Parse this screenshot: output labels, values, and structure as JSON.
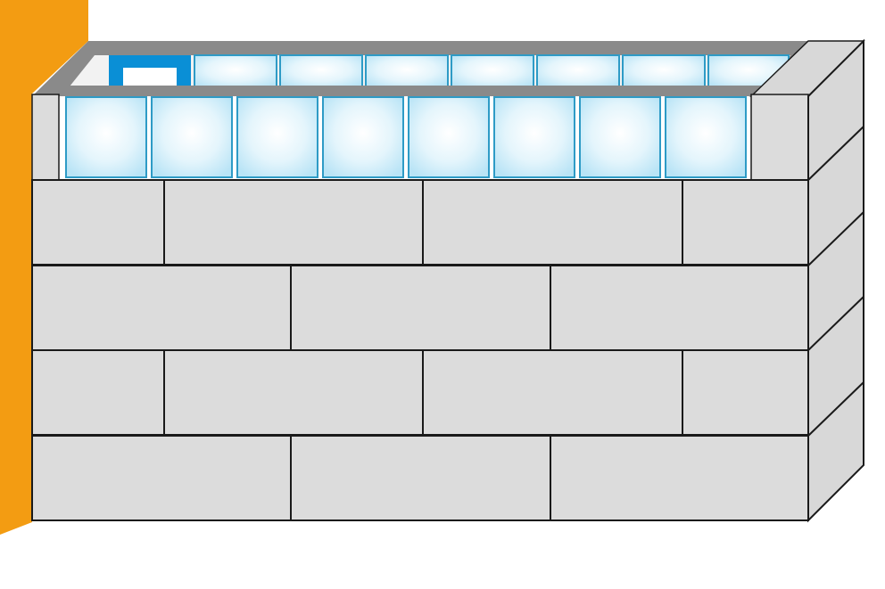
{
  "colors": {
    "background": "#ffffff",
    "wall_post": "#f39c12",
    "block_fill": "#dcdcdc",
    "block_side_fill": "#d8d8d8",
    "mortar_line": "#1a1a1a",
    "ledge": "#8a8a8a",
    "glass_border": "#2e9bc6",
    "glass_center": "#ffffff",
    "glass_edge": "#bfe6f7",
    "highlight_border": "#0a8fd6"
  },
  "wall": {
    "block_courses": 4,
    "glass_block_front_row_count": 8,
    "glass_block_back_row_count": 8,
    "highlighted_back_block": 1
  }
}
